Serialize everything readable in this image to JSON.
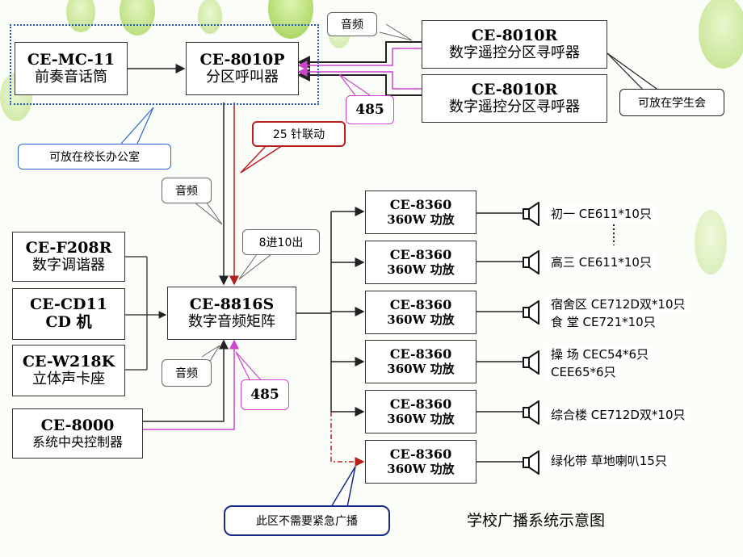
{
  "title": "学校广播系统示意图",
  "devices": {
    "mic": {
      "model": "CE-MC-11",
      "name": "前奏音话筒"
    },
    "caller": {
      "model": "CE-8010P",
      "name": "分区呼叫器"
    },
    "remote1": {
      "model": "CE-8010R",
      "name": "数字遥控分区寻呼器"
    },
    "remote2": {
      "model": "CE-8010R",
      "name": "数字遥控分区寻呼器"
    },
    "tuner": {
      "model": "CE-F208R",
      "name": "数字调谐器"
    },
    "cd": {
      "model": "CE-CD11",
      "name": "CD 机"
    },
    "deck": {
      "model": "CE-W218K",
      "name": "立体声卡座"
    },
    "controller": {
      "model": "CE-8000",
      "name": "系统中央控制器"
    },
    "matrix": {
      "model": "CE-8816S",
      "name": "数字音频矩阵"
    }
  },
  "amps": [
    {
      "model": "CE-8360",
      "name": "360W 功放"
    },
    {
      "model": "CE-8360",
      "name": "360W 功放"
    },
    {
      "model": "CE-8360",
      "name": "360W 功放"
    },
    {
      "model": "CE-8360",
      "name": "360W 功放"
    },
    {
      "model": "CE-8360",
      "name": "360W 功放"
    },
    {
      "model": "CE-8360",
      "name": "360W 功放"
    }
  ],
  "zones": [
    {
      "line1": "初一 CE611*10只"
    },
    {
      "line1": "高三 CE611*10只"
    },
    {
      "line1": "宿舍区 CE712D双*10只",
      "line2": "食  堂 CE721*10只"
    },
    {
      "line1": "操    场 CEC54*6只",
      "line2": "CEE65*6只"
    },
    {
      "line1": "综合楼 CE712D双*10只"
    },
    {
      "line1": "绿化带 草地喇叭15只"
    }
  ],
  "callouts": {
    "audio_top": "音频",
    "audio_mid": "音频",
    "audio_low": "音频",
    "rs485_top": "485",
    "rs485_low": "485",
    "pin25": "25 针联动",
    "io": "8进10出",
    "principal": "可放在校长办公室",
    "student": "可放在学生会",
    "no_emergency": "此区不需要紧急广播"
  },
  "colors": {
    "line": "#222222",
    "red": "#b82020",
    "pink": "#cc44cc",
    "blue": "#2a66c8",
    "navy": "#1a2a8a"
  }
}
